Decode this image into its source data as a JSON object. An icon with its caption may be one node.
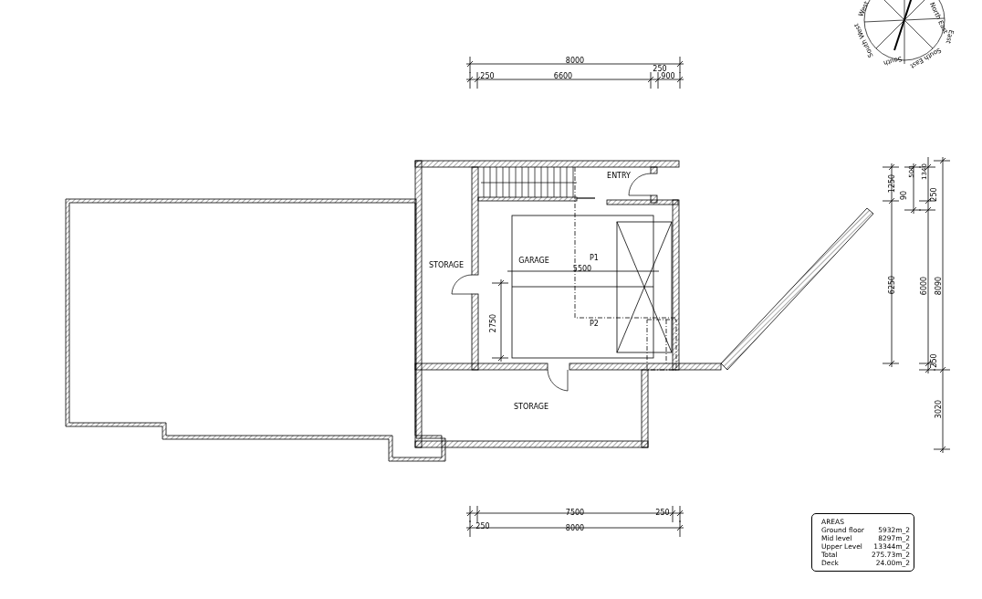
{
  "diagram": {
    "nodes": [
      {
        "text": [
          "STORAGE"
        ]
      },
      {
        "text": [
          "ENTRY"
        ]
      },
      {
        "text": [
          "GARAGE"
        ]
      },
      {
        "text": [
          "STORAGE"
        ]
      },
      {
        "text": [
          "AREAS",
          "Ground floor",
          "5932m_2",
          "Mid level",
          "8297m_2",
          "Upper Level",
          "13344m_2",
          "Total",
          "275.73m_2",
          "Deck",
          "24.00m_2"
        ]
      }
    ],
    "labels": [
      "West",
      "North East",
      "South West",
      "East",
      "South",
      "South East",
      "8000",
      "250",
      "6600",
      "250",
      "900",
      "1250",
      "500",
      "1340",
      "250",
      "90",
      "6250",
      "6000",
      "8090",
      "250",
      "3020",
      "P1",
      "5500",
      "P2",
      "2750",
      "7500",
      "250",
      "250",
      "8000"
    ]
  }
}
